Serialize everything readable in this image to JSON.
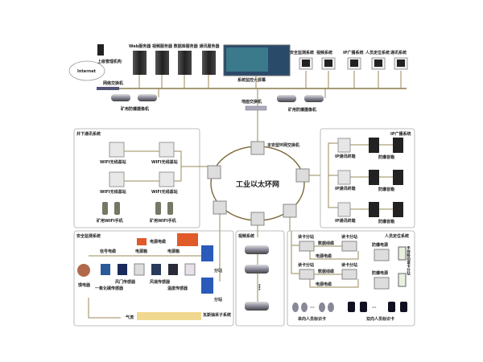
{
  "top": {
    "servers_label": "Web服务器 视频服务器 数据库服务器 通讯服务器",
    "upper_mgmt": "上级管理机构",
    "internet": "Internet",
    "network_switch": "网络交换机",
    "camera_label": "矿用防爆摄像机",
    "big_screen": "系统监控大屏幕",
    "ground_switch": "地面交换机",
    "workstations": [
      "安全监测系统",
      "视频系统",
      "IP广播系统",
      "人员定位系统",
      "通讯系统"
    ]
  },
  "comm": {
    "title": "井下通讯系统",
    "base_station": "WIFI无线基站",
    "phone": "矿用WIFI手机"
  },
  "ring": {
    "switch_label": "本安型环网交换机",
    "center_label": "工业以太环网"
  },
  "broadcast": {
    "title": "IP广播系统",
    "terminal": "IP通讯终端",
    "speaker": "防爆音箱"
  },
  "safety": {
    "title": "安全监测系统",
    "power_cable": "电源电缆",
    "signal_cable": "信号电缆",
    "power_box": "电源箱",
    "feeder": "馈电器",
    "substation": "分站",
    "airflow": "气流",
    "sensors": [
      "风门传感器",
      "风速传感器",
      "温度传感器",
      "一氧化碳传感器"
    ],
    "pipe": "瓦斯抽采子系统"
  },
  "video": {
    "title": "视频系统"
  },
  "location": {
    "title": "人员定位系统",
    "reader": "读卡分站",
    "data_cable": "数据线缆",
    "power_cable": "电源电缆",
    "power_supply": "防爆电源",
    "handheld": "手持移动读卡分站",
    "one_way_card": "单向人员标识卡",
    "two_way_card": "双向人员标识卡"
  }
}
